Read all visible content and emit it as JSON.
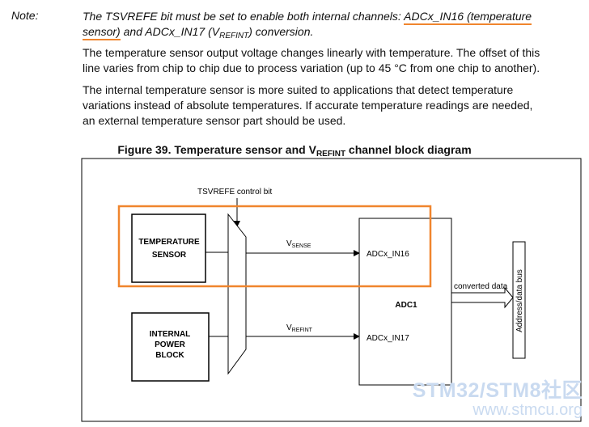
{
  "note": {
    "label": "Note:",
    "line1_prefix": "The TSVREFE bit must be set to enable both internal channels: ",
    "line1_highlight": "ADCx_IN16 (temperature",
    "line2_highlight": "sensor)",
    "line2_mid": " and ADCx_IN17 (V",
    "line2_sub": "REFINT",
    "line2_suffix": ") conversion."
  },
  "paragraphs": {
    "p1": [
      "The temperature sensor output voltage changes linearly with temperature. The offset of this",
      "line varies from chip to chip due to process variation (up to 45 °C from one chip to another)."
    ],
    "p2": [
      "The internal temperature sensor is more suited to applications that detect temperature",
      "variations instead of absolute temperatures. If accurate temperature readings are needed,",
      "an external temperature sensor part should be used."
    ]
  },
  "figure": {
    "caption_prefix": "Figure 39. Temperature sensor and V",
    "caption_sub": "REFINT",
    "caption_suffix": " channel block diagram",
    "control_bit_label": "TSVREFE control bit",
    "temp_sensor_line1": "TEMPERATURE",
    "temp_sensor_line2": "SENSOR",
    "power_block_line1": "INTERNAL",
    "power_block_line2": "POWER",
    "power_block_line3": "BLOCK",
    "vsense_main": "V",
    "vsense_sub": "SENSE",
    "vrefint_main": "V",
    "vrefint_sub": "REFINT",
    "adc_in16": "ADCx_IN16",
    "adc_in17": "ADCx_IN17",
    "adc_label": "ADC1",
    "converted_data": "converted data",
    "bus_label": "Address/data bus"
  },
  "watermark": {
    "line1": "STM32/STM8社区",
    "line2": "www.stmcu.org"
  },
  "colors": {
    "highlight": "#f0852d",
    "watermark": "#c9daf0"
  }
}
